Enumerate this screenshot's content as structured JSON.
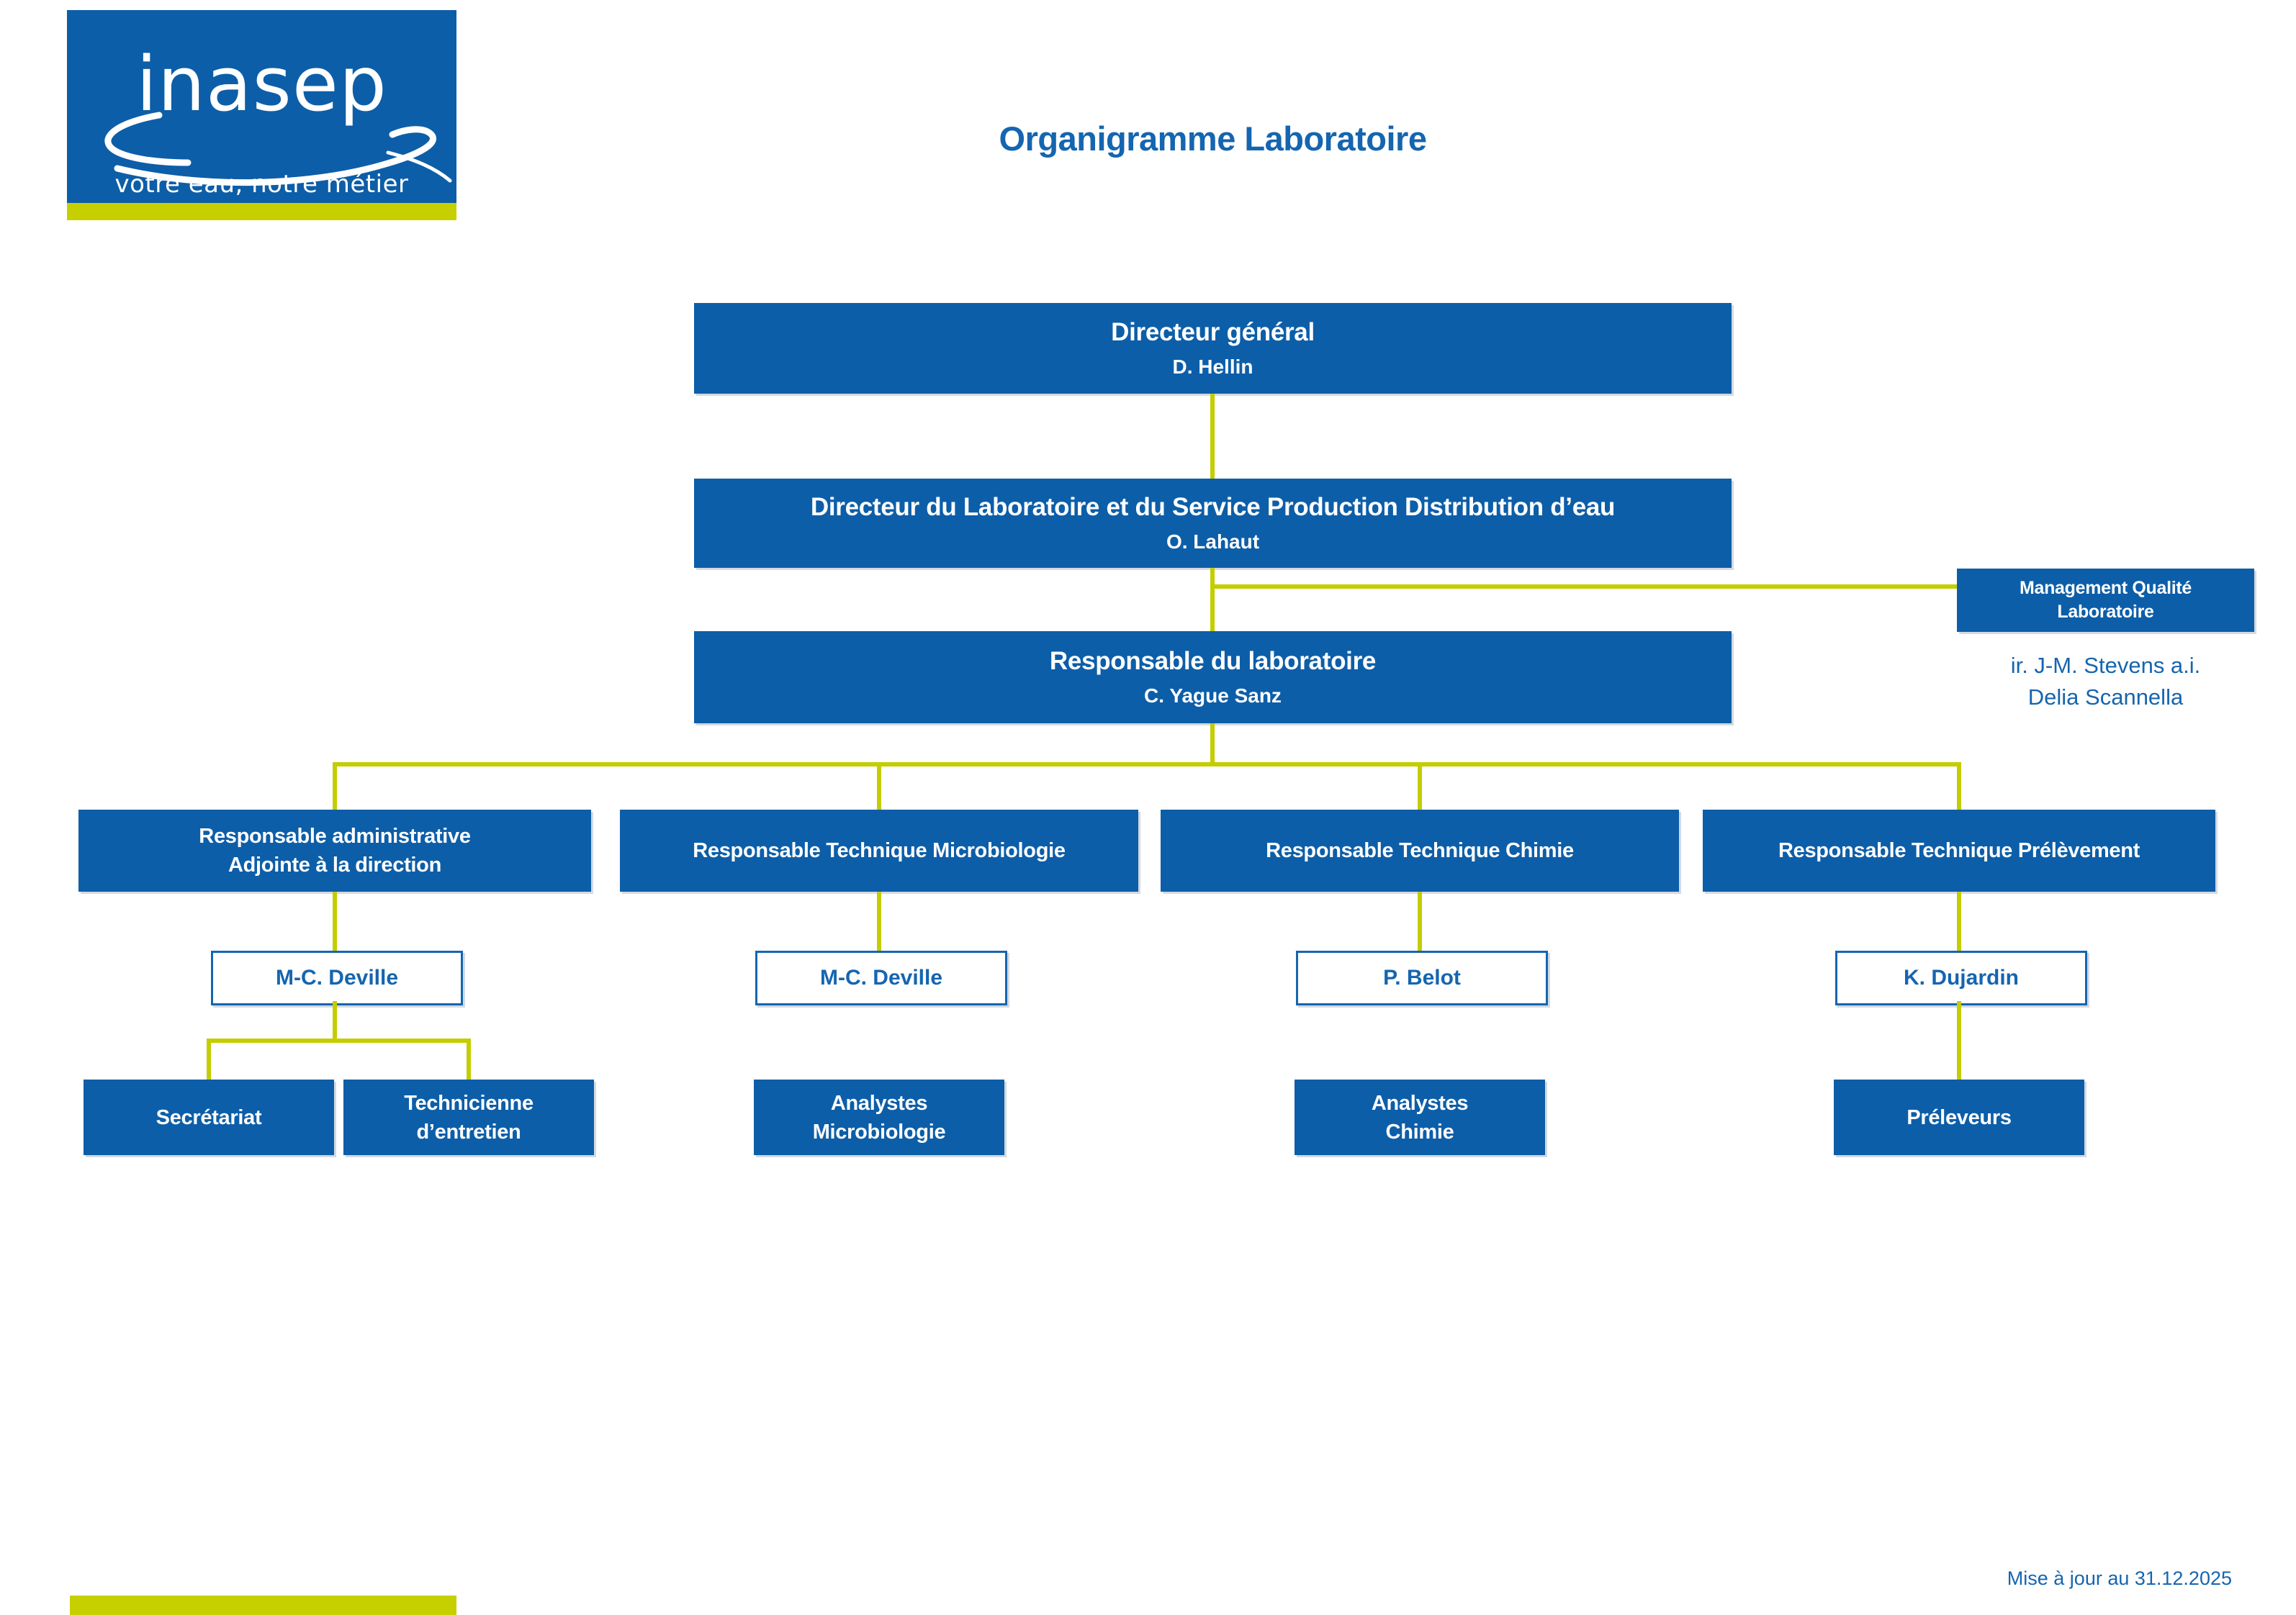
{
  "page": {
    "title": "Organigramme Laboratoire",
    "update_note": "Mise à jour au 31.12.2025"
  },
  "logo": {
    "wordmark": "inasep",
    "tagline": "votre eau, notre métier"
  },
  "colors": {
    "brand_blue": "#0D5EA8",
    "text_blue": "#1565B0",
    "accent_yellow": "#C4CD00"
  },
  "boxes": {
    "director_general": {
      "title": "Directeur général",
      "person": "D. Hellin"
    },
    "director_lab": {
      "title": "Directeur du Laboratoire et du Service Production Distribution d’eau",
      "person": "O. Lahaut"
    },
    "quality": {
      "line1": "Management Qualité",
      "line2": "Laboratoire"
    },
    "quality_persons": {
      "line1": "ir. J-M. Stevens a.i.",
      "line2": "Delia Scannella"
    },
    "lab_manager": {
      "title": "Responsable du laboratoire",
      "person": "C. Yague Sanz"
    },
    "branch_admin": {
      "line1": "Responsable administrative",
      "line2": "Adjointe à la direction"
    },
    "branch_micro": {
      "line1": "Responsable Technique Microbiologie"
    },
    "branch_chem": {
      "line1": "Responsable Technique Chimie"
    },
    "branch_sampling": {
      "line1": "Responsable Technique Prélèvement"
    },
    "manager_admin": "M-C. Deville",
    "manager_micro": "M-C. Deville",
    "manager_chem": "P. Belot",
    "manager_sampling": "K. Dujardin",
    "team_secretariat": {
      "line1": "Secrétariat"
    },
    "team_maintenance": {
      "line1": "Technicienne",
      "line2": "d’entretien"
    },
    "team_micro": {
      "line1": "Analystes",
      "line2": "Microbiologie"
    },
    "team_chem": {
      "line1": "Analystes",
      "line2": "Chimie"
    },
    "team_sampling": {
      "line1": "Préleveurs"
    }
  }
}
